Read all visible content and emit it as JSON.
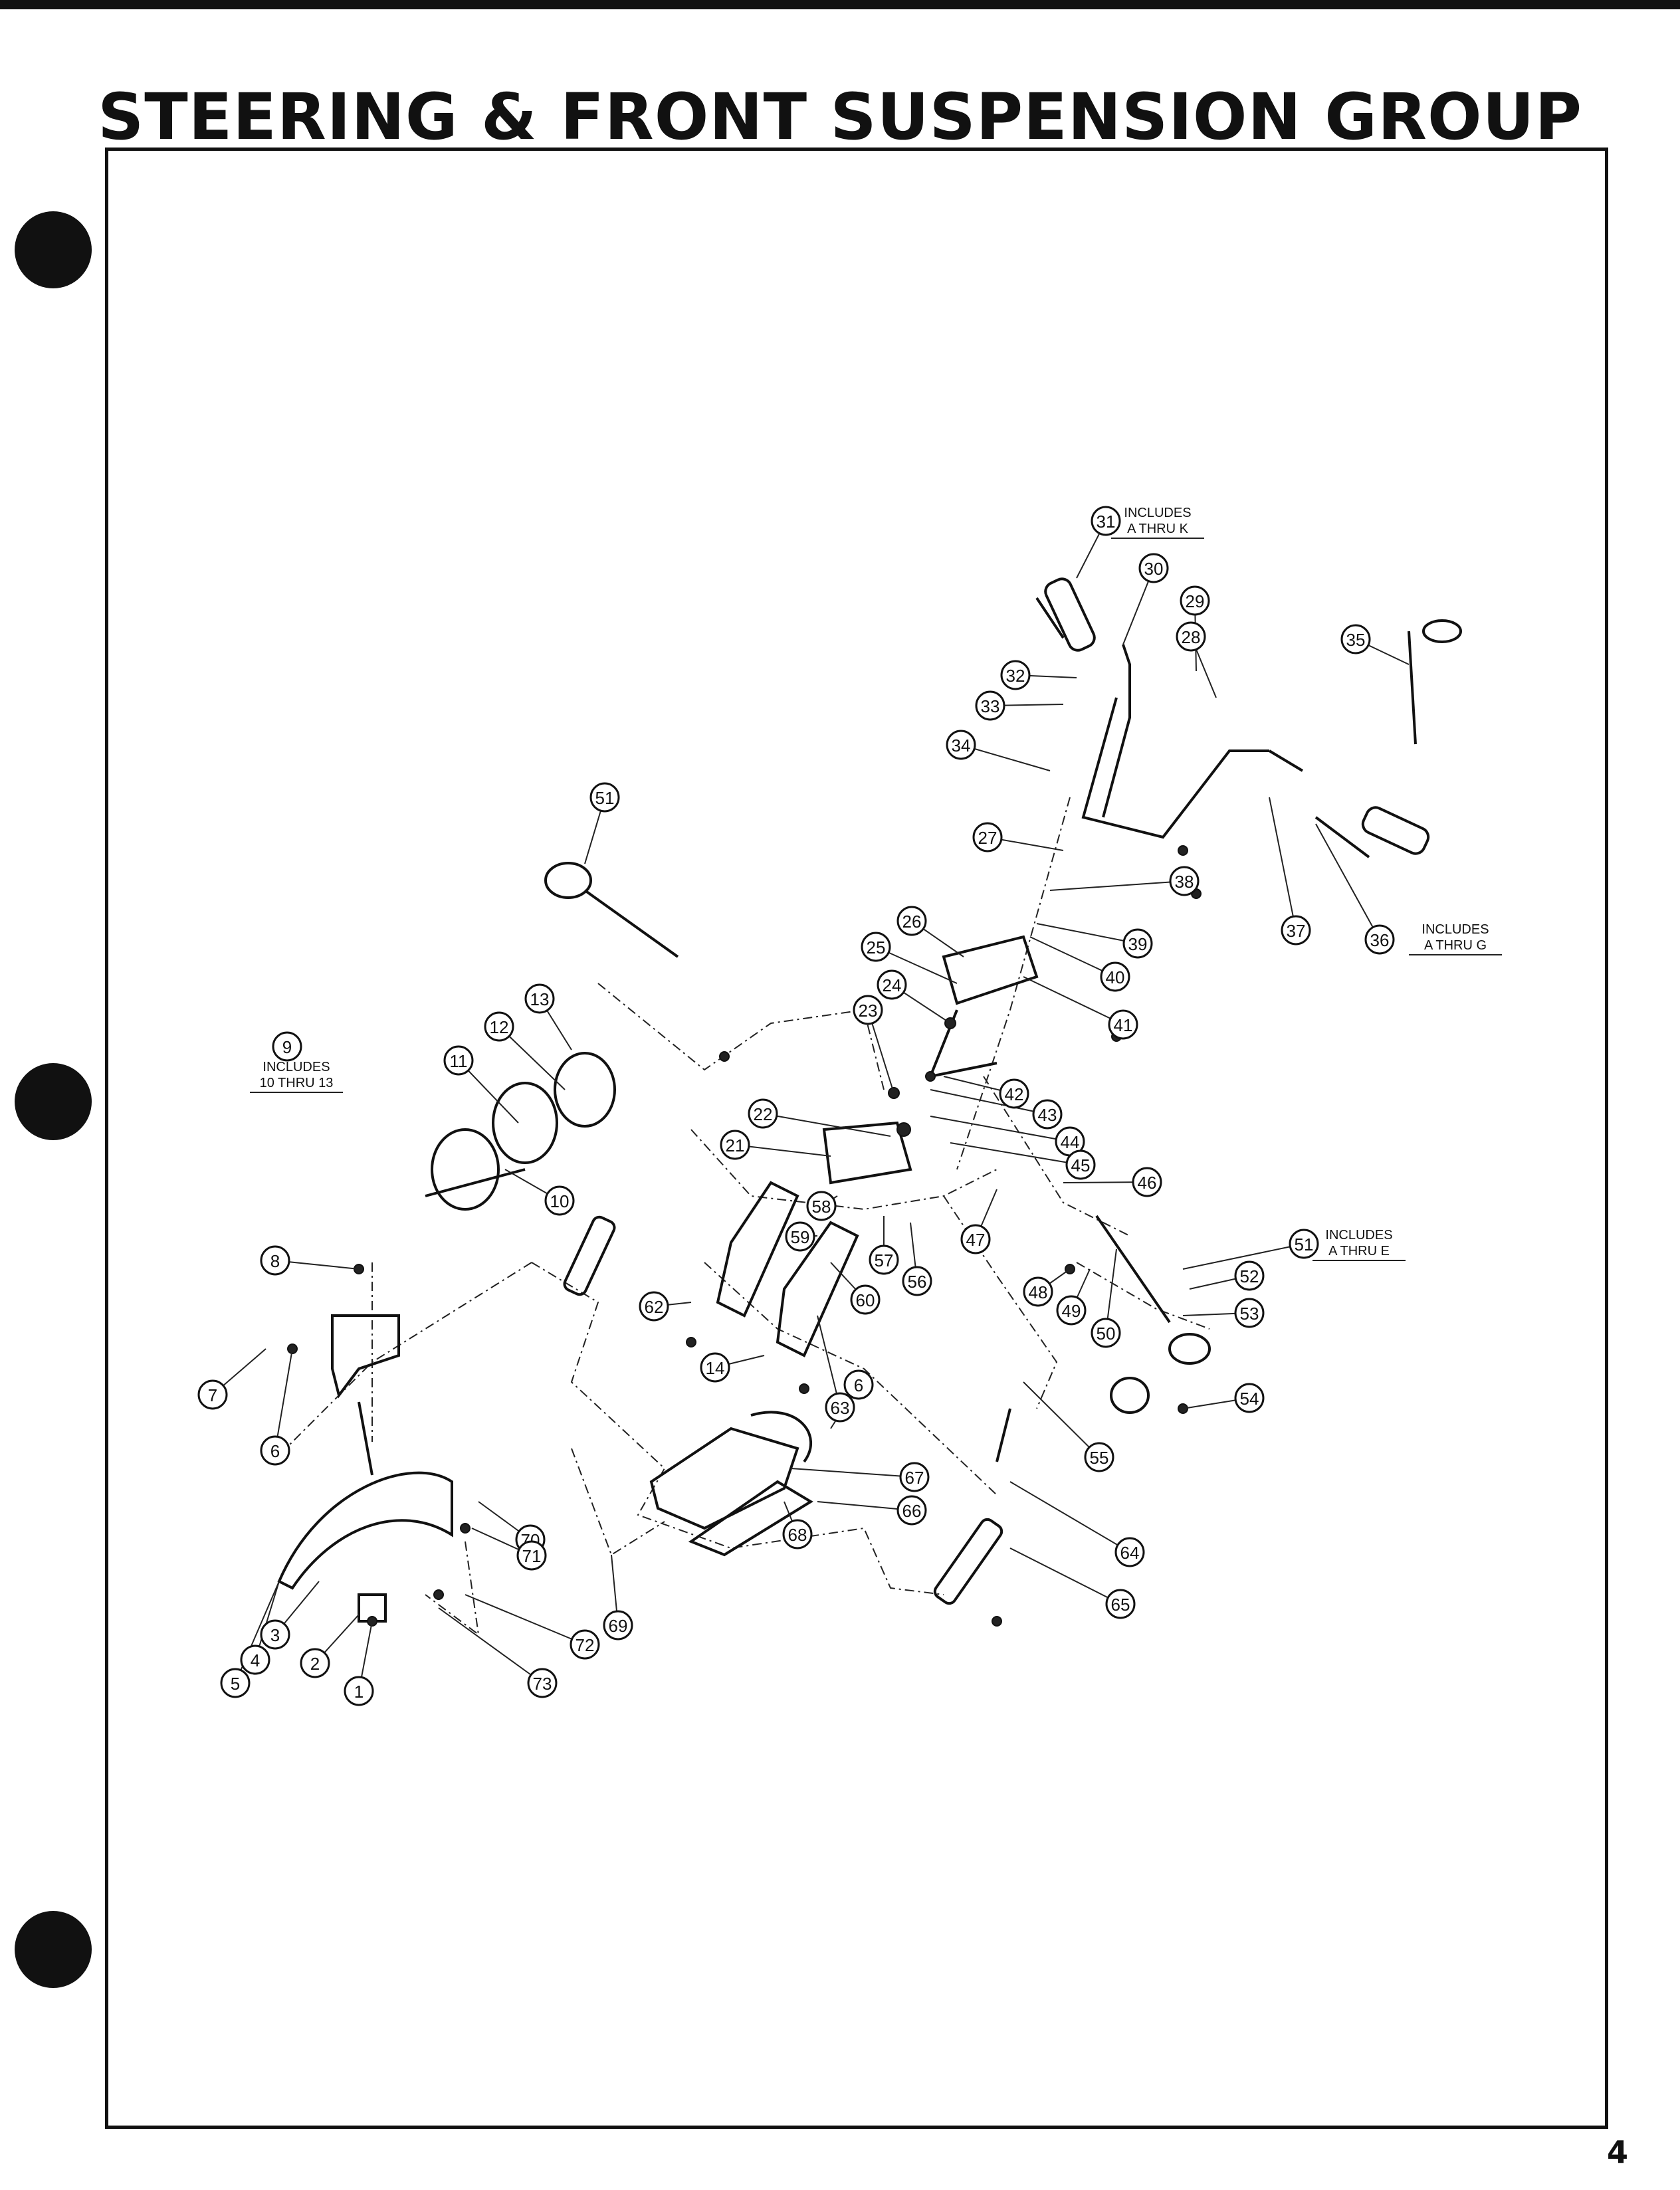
{
  "page": {
    "title": "STEERING & FRONT SUSPENSION GROUP",
    "page_number": "4"
  },
  "notes": [
    {
      "id": "note-31",
      "ref": "31",
      "line1": "INCLUDES",
      "line2": "A  THRU K"
    },
    {
      "id": "note-36",
      "ref": "36",
      "line1": "INCLUDES",
      "line2": "A  THRU G"
    },
    {
      "id": "note-9",
      "ref": "9",
      "line1": "INCLUDES",
      "line2": "10  THRU 13"
    },
    {
      "id": "note-51",
      "ref": "51",
      "line1": "INCLUDES",
      "line2": "A  THRU  E"
    }
  ],
  "callouts": [
    "1",
    "2",
    "3",
    "4",
    "5",
    "6",
    "6",
    "7",
    "8",
    "9",
    "10",
    "11",
    "12",
    "13",
    "14",
    "21",
    "22",
    "23",
    "24",
    "25",
    "26",
    "27",
    "28",
    "29",
    "30",
    "31",
    "32",
    "33",
    "34",
    "35",
    "36",
    "37",
    "38",
    "39",
    "40",
    "41",
    "42",
    "43",
    "44",
    "45",
    "46",
    "47",
    "48",
    "49",
    "50",
    "51",
    "51",
    "52",
    "53",
    "54",
    "55",
    "56",
    "57",
    "58",
    "59",
    "60",
    "62",
    "63",
    "64",
    "65",
    "66",
    "67",
    "68",
    "69",
    "70",
    "71",
    "72",
    "73"
  ]
}
